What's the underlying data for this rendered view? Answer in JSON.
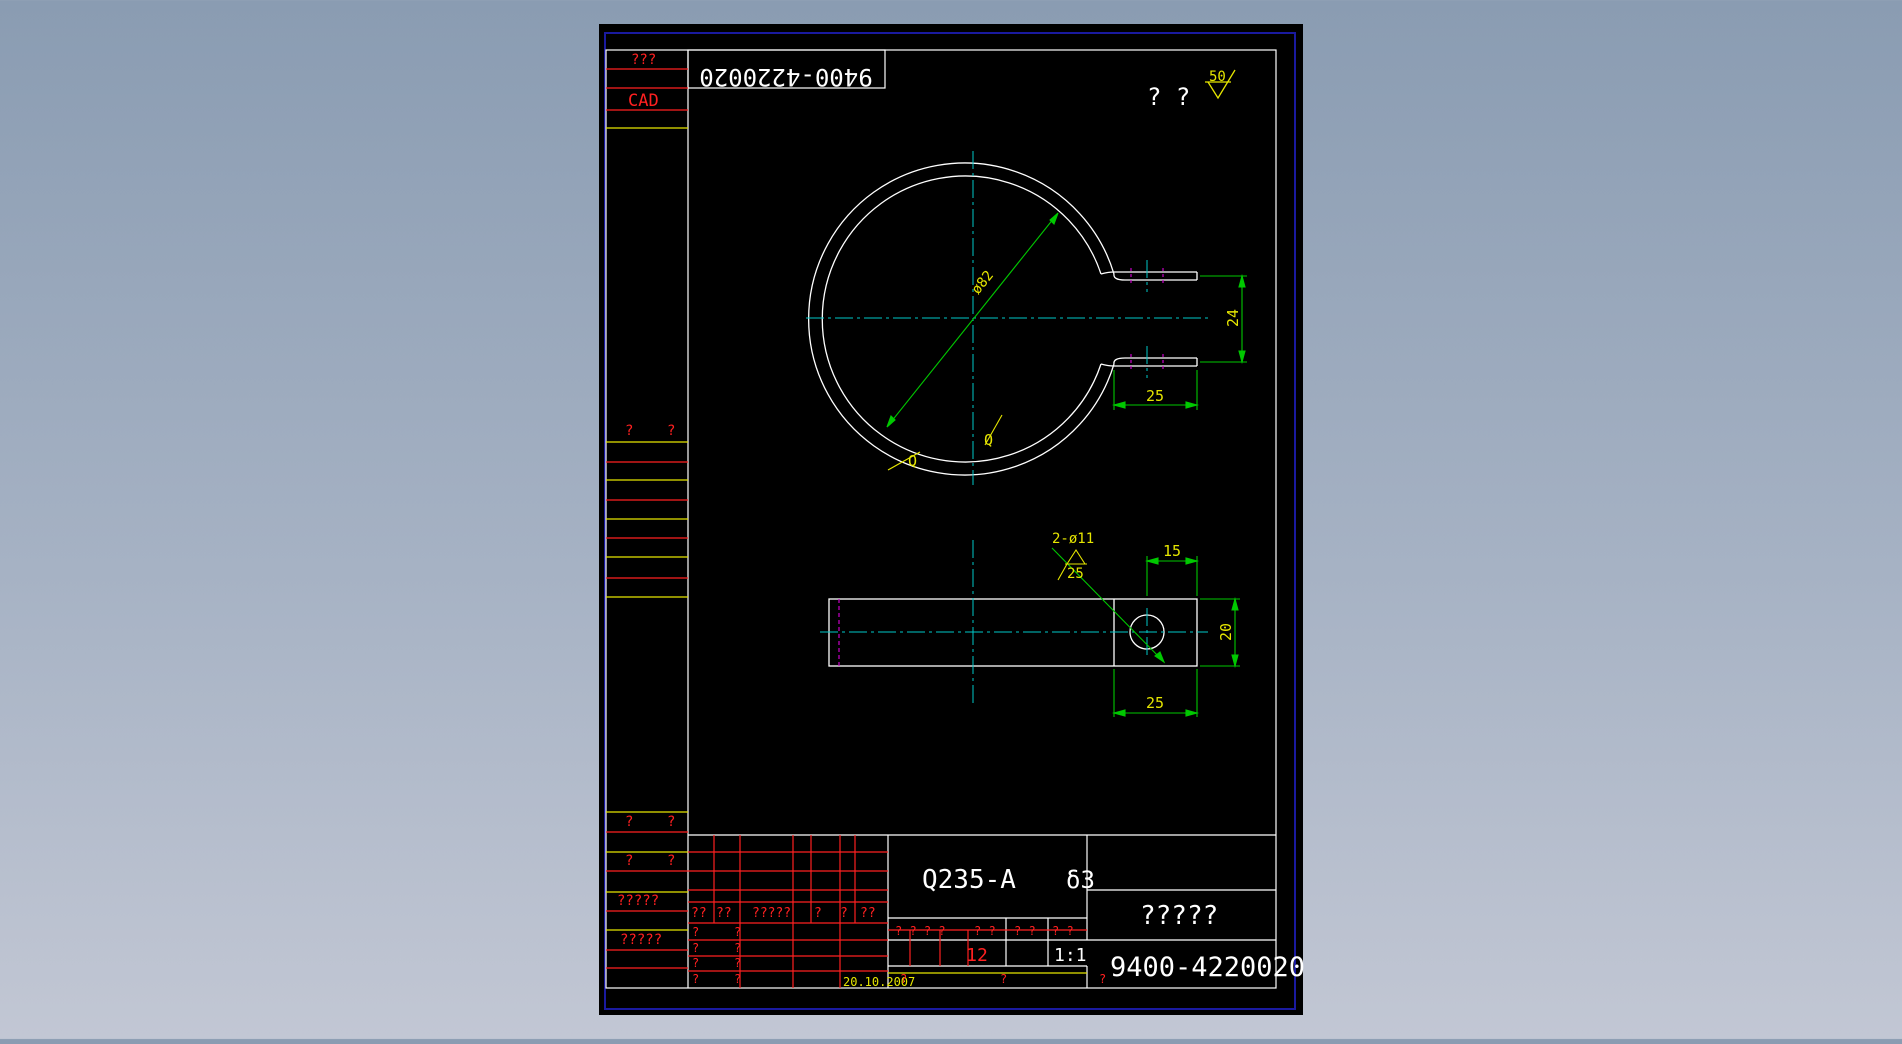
{
  "colors": {
    "background": "#8a9cb2",
    "sheet": "#000000",
    "frame_outer": "#1a1aa0",
    "geometry": "#ffffff",
    "centerline": "#00c8c8",
    "dimension": "#00c800",
    "dimension_text": "#e6e600",
    "hidden": "#c800c8",
    "titleblock_red": "#ff2020",
    "titleblock_yellow": "#e6e600"
  },
  "drawing": {
    "top_code_rotated": "9400-4220020",
    "top_left_label": "???",
    "cad_label": "CAD",
    "roughness_label": "? ?",
    "roughness_value": "50",
    "dims": {
      "dia_main": "ø82",
      "gap": "24",
      "tab_len": "25",
      "holes": "2-ø11",
      "hole_roughness": "25",
      "hole_pos": "15",
      "width": "20",
      "tab_len_bottom": "25"
    },
    "weld_marks": [
      "Q",
      "Q"
    ]
  },
  "sidebar": {
    "mark_top": [
      "?",
      "?"
    ],
    "mark_mid1": [
      "?",
      "?"
    ],
    "mark_mid2": [
      "?",
      "?"
    ],
    "label_a": "?????",
    "label_b": "?????"
  },
  "title_block": {
    "material": "Q235-A",
    "thickness": "δ3",
    "part_name": "?????",
    "drawing_no": "9400-4220020",
    "scale": "1:1",
    "quantity": "12",
    "date": "20.10.2007",
    "rev_header": [
      "??",
      "??",
      "?????",
      "?",
      "?",
      "??"
    ],
    "row_marks": [
      "?",
      "?",
      "?",
      "?"
    ],
    "weight_header": [
      "? ? ? ?",
      "? ?",
      "? ?",
      "? ?"
    ],
    "bottom_marks": [
      "?",
      "?",
      "?"
    ]
  }
}
